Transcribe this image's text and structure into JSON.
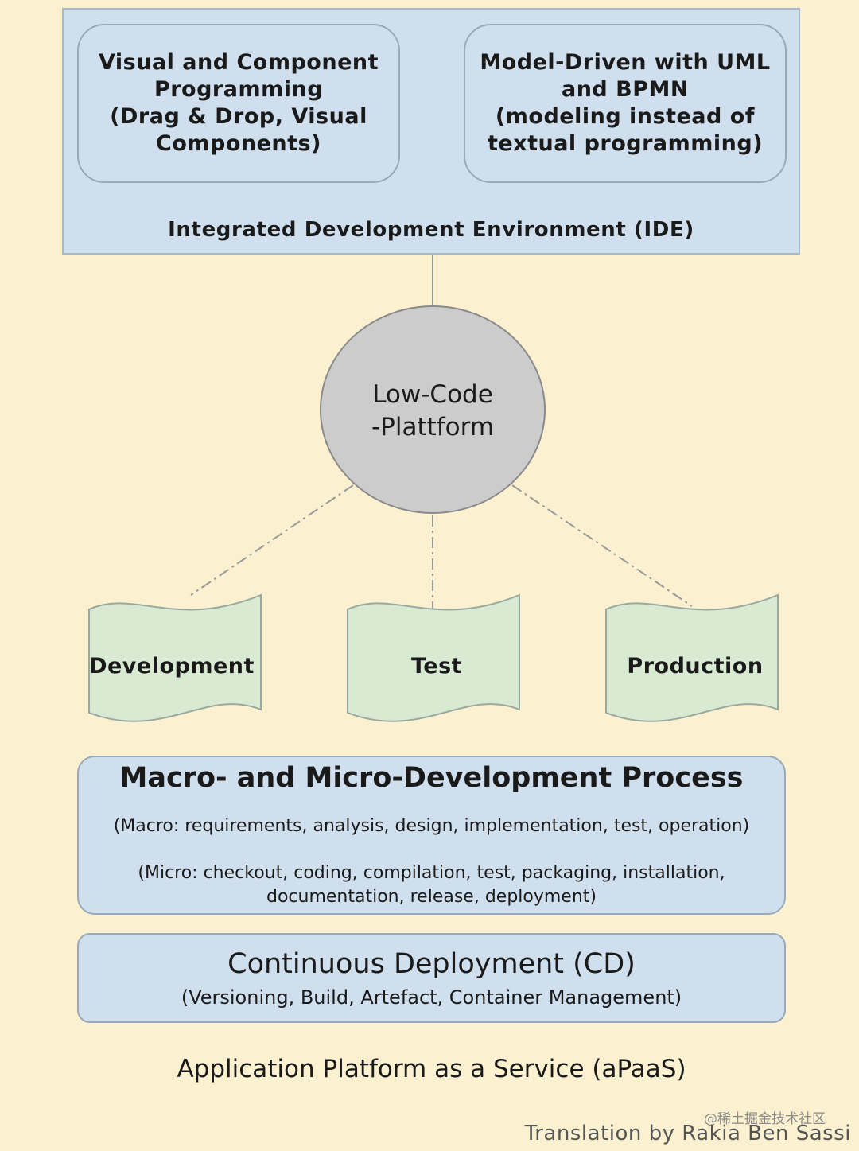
{
  "ide": {
    "visual_box": "Visual and Component\nProgramming\n(Drag & Drop, Visual\nComponents)",
    "model_box": "Model-Driven with UML\nand BPMN\n(modeling instead of\ntextual programming)",
    "label": "Integrated Development Environment (IDE)"
  },
  "platform": {
    "label": "Low-Code\n-Plattform"
  },
  "stages": [
    "Development",
    "Test",
    "Production"
  ],
  "process": {
    "title": "Macro- and Micro-Development Process",
    "macro": "(Macro: requirements, analysis, design, implementation, test, operation)",
    "micro": "(Micro: checkout, coding, compilation, test, packaging, installation,\ndocumentation, release, deployment)"
  },
  "cd": {
    "title": "Continuous Deployment (CD)",
    "subtitle": "(Versioning, Build, Artefact, Container Management)"
  },
  "apaas": "Application Platform as a Service (aPaaS)",
  "watermark": "@稀土掘金技术社区",
  "credit": "Translation by Rakia Ben Sassi",
  "colors": {
    "background": "#fbf0cf",
    "box_fill": "#cfdfee",
    "box_border": "#9aa9b9",
    "circle_fill": "#cccccc",
    "doc_fill": "#d9ead3"
  }
}
